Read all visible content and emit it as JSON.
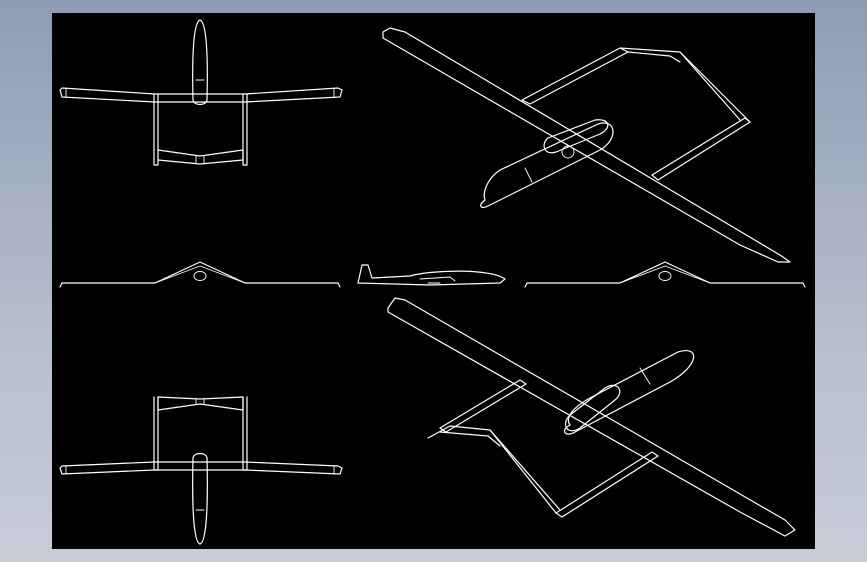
{
  "app": {
    "background_color": "#9aa6bc",
    "viewport_color": "#000000",
    "line_color": "#ffffff"
  },
  "drawing": {
    "subject": "twin-boom UAV",
    "views": [
      "top-view",
      "isometric-view-upper",
      "front-view-left",
      "side-view",
      "front-view-right",
      "bottom-view",
      "isometric-view-lower"
    ]
  }
}
